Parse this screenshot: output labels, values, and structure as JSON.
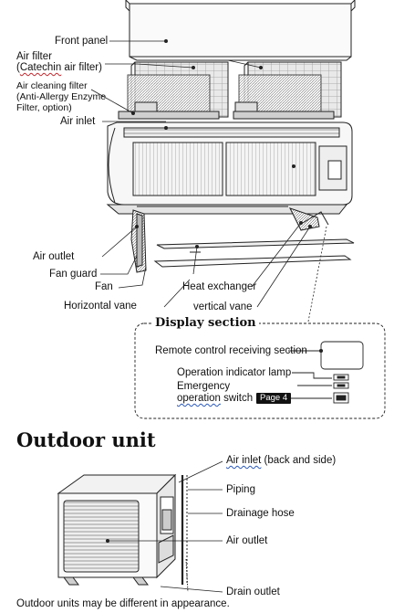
{
  "indoor_labels": {
    "front_panel": "Front panel",
    "air_filter_line1": "Air filter",
    "air_filter_line2_open": "(",
    "air_filter_line2_word": "Catechin",
    "air_filter_line2_rest": " air filter)",
    "cleaning_filter_line1": "Air cleaning filter",
    "cleaning_filter_line2": "(Anti-Allergy Enzyme",
    "cleaning_filter_line3": "Filter, option)",
    "air_inlet": "Air inlet",
    "air_outlet": "Air outlet",
    "fan_guard": "Fan guard",
    "fan": "Fan",
    "horizontal_vane": "Horizontal vane",
    "heat_exchanger": "Heat exchanger",
    "vertical_vane": "vertical vane"
  },
  "display_section": {
    "title": "Display section",
    "remote_receiver": "Remote control receiving section",
    "operation_lamp": "Operation indicator lamp",
    "emergency_line1": "Emergency",
    "emergency_line2_word": "operation",
    "emergency_line2_rest": " switch",
    "page_ref": "Page 4"
  },
  "outdoor": {
    "heading": "Outdoor unit",
    "air_inlet_word1": "Air inlet",
    "air_inlet_rest": " (back and side)",
    "piping": "Piping",
    "drainage_hose": "Drainage hose",
    "air_outlet": "Air outlet",
    "drain_outlet": "Drain outlet"
  },
  "footnote": "Outdoor units may be different in appearance.",
  "colors": {
    "line": "#222222",
    "squiggle_red": "#c0282d",
    "squiggle_blue": "#2a58b8",
    "badge_bg": "#111111"
  }
}
